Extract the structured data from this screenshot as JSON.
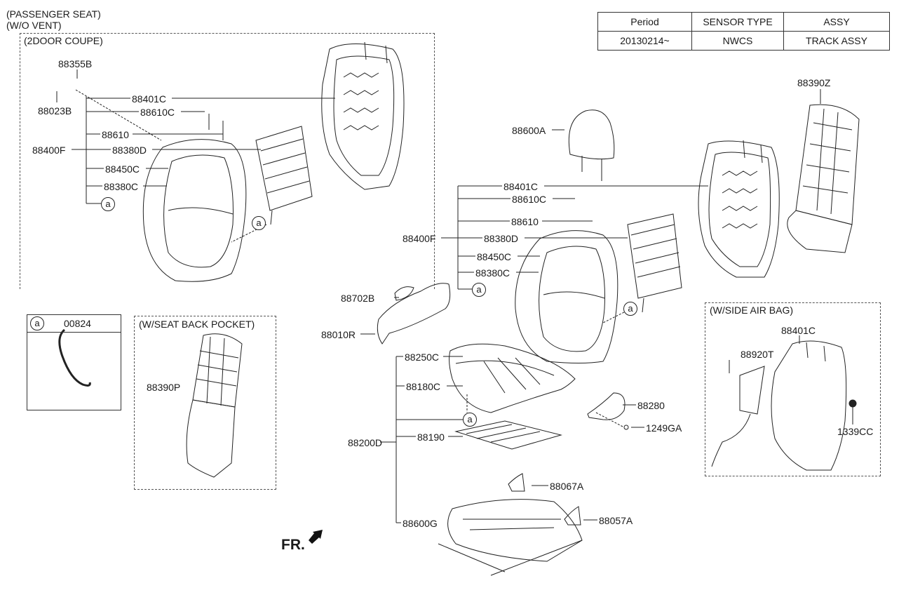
{
  "header": {
    "line1": "(PASSENGER SEAT)",
    "line2": "(W/O VENT)"
  },
  "info_table": {
    "headers": [
      "Period",
      "SENSOR TYPE",
      "ASSY"
    ],
    "row": [
      "20130214~",
      "NWCS",
      "TRACK ASSY"
    ]
  },
  "coupe_section": {
    "title": "(2DOOR COUPE)",
    "labels": {
      "p88355B": "88355B",
      "p88023B": "88023B",
      "p88401C": "88401C",
      "p88610C": "88610C",
      "p88610": "88610",
      "p88400F": "88400F",
      "p88380D": "88380D",
      "p88450C": "88450C",
      "p88380C": "88380C",
      "ref_a1": "a",
      "ref_a2": "a"
    }
  },
  "ref_box": {
    "ref": "a",
    "part": "00824"
  },
  "pocket_section": {
    "title": "(W/SEAT BACK POCKET)",
    "part": "88390P"
  },
  "main": {
    "labels": {
      "p88390Z": "88390Z",
      "p88600A": "88600A",
      "p88401C": "88401C",
      "p88610C": "88610C",
      "p88610": "88610",
      "p88400F": "88400F",
      "p88380D": "88380D",
      "p88450C": "88450C",
      "p88380C": "88380C",
      "p88702B": "88702B",
      "p88010R": "88010R",
      "p88250C": "88250C",
      "p88180C": "88180C",
      "p88280": "88280",
      "p1249GA": "1249GA",
      "p88200D": "88200D",
      "p88190": "88190",
      "p88067A": "88067A",
      "p88600G": "88600G",
      "p88057A": "88057A",
      "ref_a1": "a",
      "ref_a2": "a",
      "ref_a3": "a"
    }
  },
  "airbag_section": {
    "title": "(W/SIDE AIR BAG)",
    "labels": {
      "p88401C": "88401C",
      "p88920T": "88920T",
      "p1339CC": "1339CC"
    }
  },
  "front_indicator": "FR."
}
